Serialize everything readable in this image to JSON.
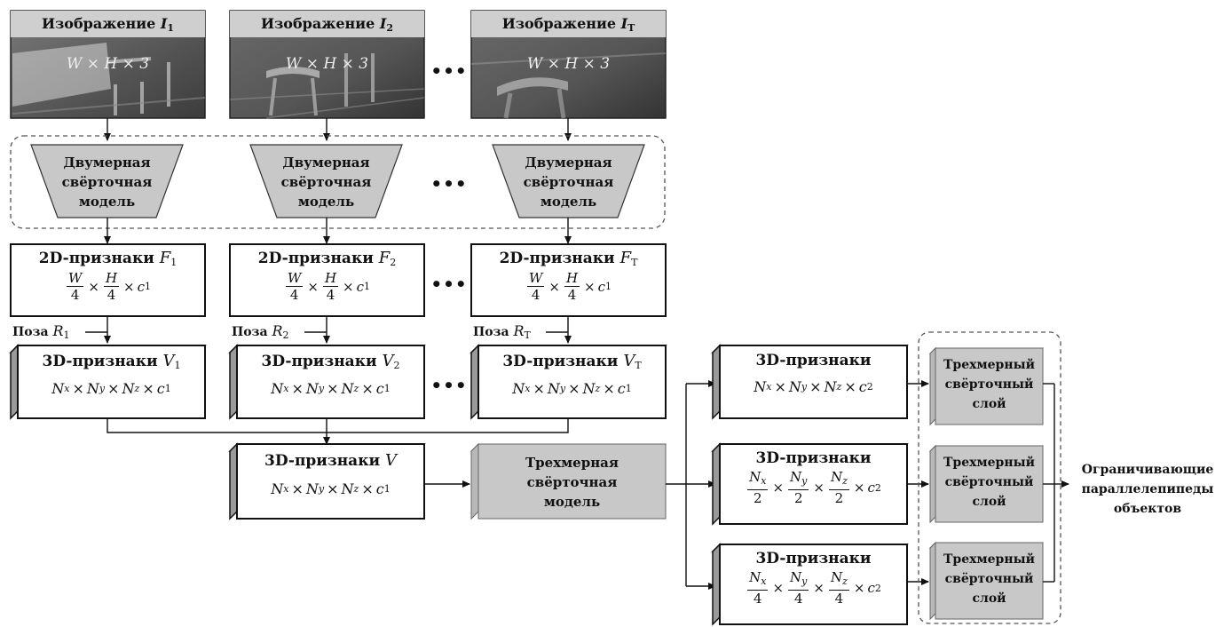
{
  "images": [
    {
      "caption": "Изображение",
      "var": "I",
      "sub": "1",
      "dims": "W × H × 3"
    },
    {
      "caption": "Изображение",
      "var": "I",
      "sub": "2",
      "dims": "W × H × 3"
    },
    {
      "caption": "Изображение",
      "var": "I",
      "sub": "T",
      "dims": "W × H × 3"
    }
  ],
  "cnn2d": {
    "line1": "Двумерная",
    "line2": "свёрточная",
    "line3": "модель"
  },
  "features2d": [
    {
      "label": "2D-признаки",
      "var": "F",
      "sub": "1"
    },
    {
      "label": "2D-признаки",
      "var": "F",
      "sub": "2"
    },
    {
      "label": "2D-признаки",
      "var": "F",
      "sub": "T"
    }
  ],
  "features2d_dims": {
    "n1": "W",
    "d1": "4",
    "n2": "H",
    "d2": "4",
    "tail": "c",
    "tail_sub": "1"
  },
  "poses": [
    {
      "label": "Поза",
      "var": "R",
      "sub": "1"
    },
    {
      "label": "Поза",
      "var": "R",
      "sub": "2"
    },
    {
      "label": "Поза",
      "var": "R",
      "sub": "T"
    }
  ],
  "features3d": [
    {
      "label": "3D-признаки",
      "var": "V",
      "sub": "1"
    },
    {
      "label": "3D-признаки",
      "var": "V",
      "sub": "2"
    },
    {
      "label": "3D-признаки",
      "var": "V",
      "sub": "T"
    }
  ],
  "merged": {
    "label": "3D-признаки",
    "var": "V"
  },
  "cnn3d": {
    "line1": "Трехмерная",
    "line2": "свёрточная",
    "line3": "модель"
  },
  "out_features": [
    {
      "label": "3D-признаки",
      "den": "",
      "c": "2"
    },
    {
      "label": "3D-признаки",
      "den": "2",
      "c": "2"
    },
    {
      "label": "3D-признаки",
      "den": "4",
      "c": "2"
    }
  ],
  "conv_layer": {
    "line1": "Трехмерный",
    "line2": "свёрточный",
    "line3": "слой"
  },
  "output": {
    "line1": "Ограничивающие",
    "line2": "параллелепипеды",
    "line3": "объектов"
  },
  "ellipsis": "•••",
  "math": {
    "N": "N",
    "x": "x",
    "y": "y",
    "z": "z",
    "c": "c",
    "times": "×"
  }
}
